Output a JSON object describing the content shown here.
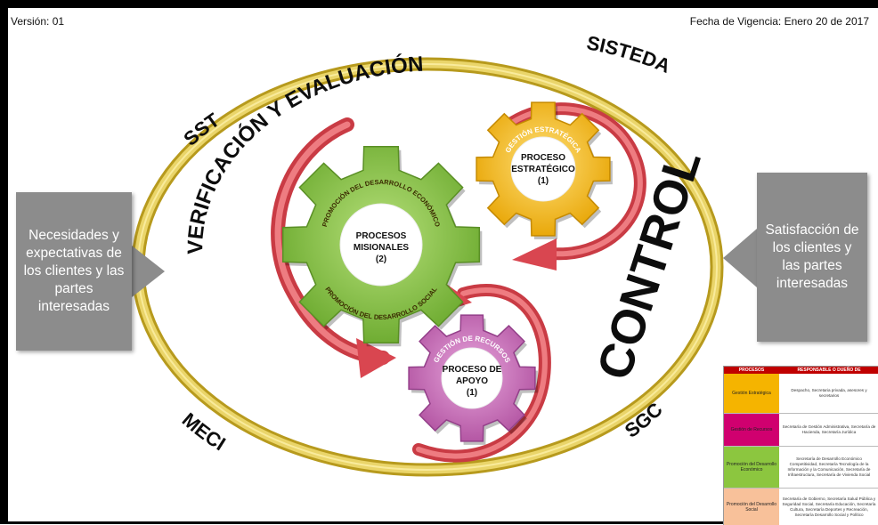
{
  "header": {
    "version": "Versión: 01",
    "effective_date": "Fecha de Vigencia: Enero 20 de 2017"
  },
  "ring_labels": {
    "sisteda": "SISTEDA",
    "sst": "SST",
    "meci": "MECI",
    "sgc": "SGC"
  },
  "verification": "VERIFICACIÓN Y EVALUACIÓN",
  "control": "CONTROL",
  "inputs_box": "Necesidades y expectativas de los clientes y las partes interesadas",
  "outputs_box": "Satisfacción de los clientes y las partes interesadas",
  "gears": {
    "strategic": {
      "arc_label": "GESTIÓN ESTRATÉGICA",
      "name_line1": "PROCESO",
      "name_line2": "ESTRATÉGICO",
      "count": "(1)",
      "color": "#f5b400"
    },
    "missional": {
      "arc_label_top": "PROMOCIÓN DEL DESARROLLO ECONÓMICO",
      "arc_label_bottom": "PROMOCIÓN DEL DESARROLLO SOCIAL",
      "name_line1": "PROCESOS",
      "name_line2": "MISIONALES",
      "count": "(2)",
      "color": "#86c440"
    },
    "support": {
      "arc_label": "GESTIÓN DE RECURSOS",
      "name_line1": "PROCESO DE",
      "name_line2": "APOYO",
      "count": "(1)",
      "color": "#c86aba"
    }
  },
  "colors": {
    "ring": "#d4bf3c",
    "arrow": "#e0565d",
    "box": "#8c8c8c",
    "table_header": "#c00000"
  },
  "table": {
    "headers": [
      "PROCESOS",
      "RESPONSABLE O DUEÑO DE"
    ],
    "rows": [
      {
        "process": "Gestión Estratégica",
        "owner": "Despacho, Secretaria privada, asesores y secretarios",
        "color": "#f5b400"
      },
      {
        "process": "Gestión de Recursos",
        "owner": "Secretaría de Gestión Administrativa, Secretaría de Hacienda, Secretaría Jurídica",
        "color": "#d0006f"
      },
      {
        "process": "Promoción del Desarrollo Económico",
        "owner": "Secretaría de Desarrollo Económico Competitividad, Secretaría Tecnología de la Información y la Comunicación, Secretaría de Infraestructura, Secretaría de Vivienda Social",
        "color": "#8cc63f"
      },
      {
        "process": "Promoción del Desarrollo Social",
        "owner": "Secretaría de Gobierno, Secretaría Salud Pública y Seguridad Social, Secretaría Educación, Secretaría Cultura, Secretaría Deportes y Recreación, Secretaría Desarrollo Social y Político",
        "color": "#f8c19a"
      },
      {
        "process": "",
        "owner": "",
        "color": "#e00000"
      }
    ]
  }
}
